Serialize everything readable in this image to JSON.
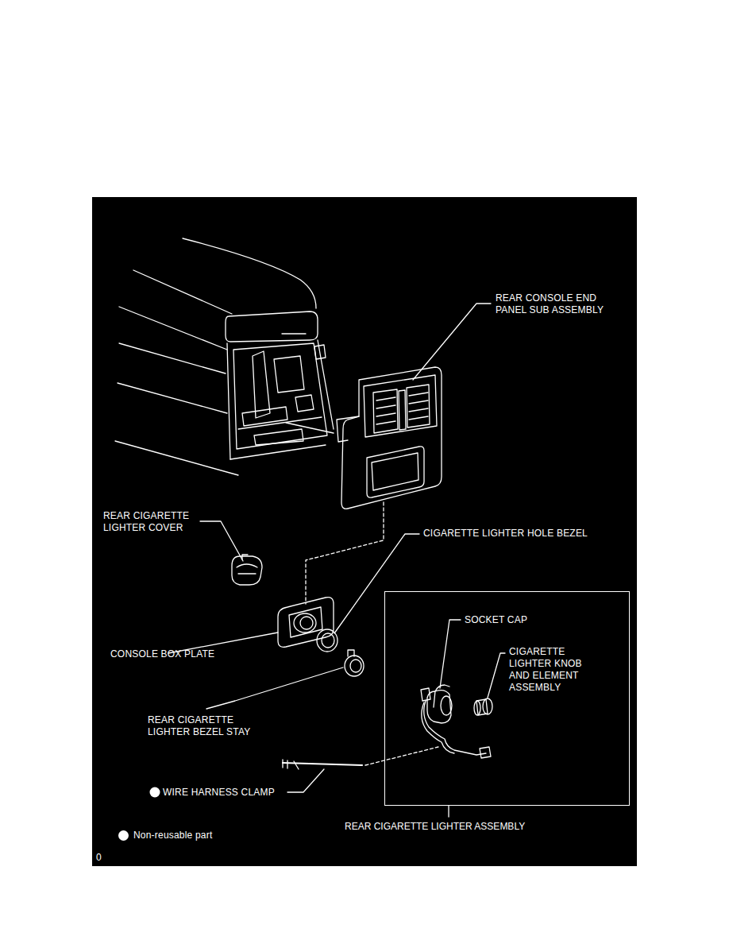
{
  "diagram": {
    "nodes": [
      {
        "text": [
          "REAR CIGARETTE LIGHTER ASSEMBLY"
        ]
      }
    ],
    "labels": [
      "REAR CONSOLE END PANEL SUB ASSEMBLY",
      "REAR CIGARETTE LIGHTER COVER",
      "CIGARETTE LIGHTER HOLE BEZEL",
      "CONSOLE BOX PLATE",
      "REAR CIGARETTE LIGHTER BEZEL STAY",
      "SOCKET CAP",
      "CIGARETTE LIGHTER KNOB AND ELEMENT ASSEMBLY",
      "WIRE HARNESS CLAMP",
      "0"
    ],
    "legend": [
      {
        "text": "Non-reusable part",
        "color": "#ffffff"
      }
    ]
  }
}
